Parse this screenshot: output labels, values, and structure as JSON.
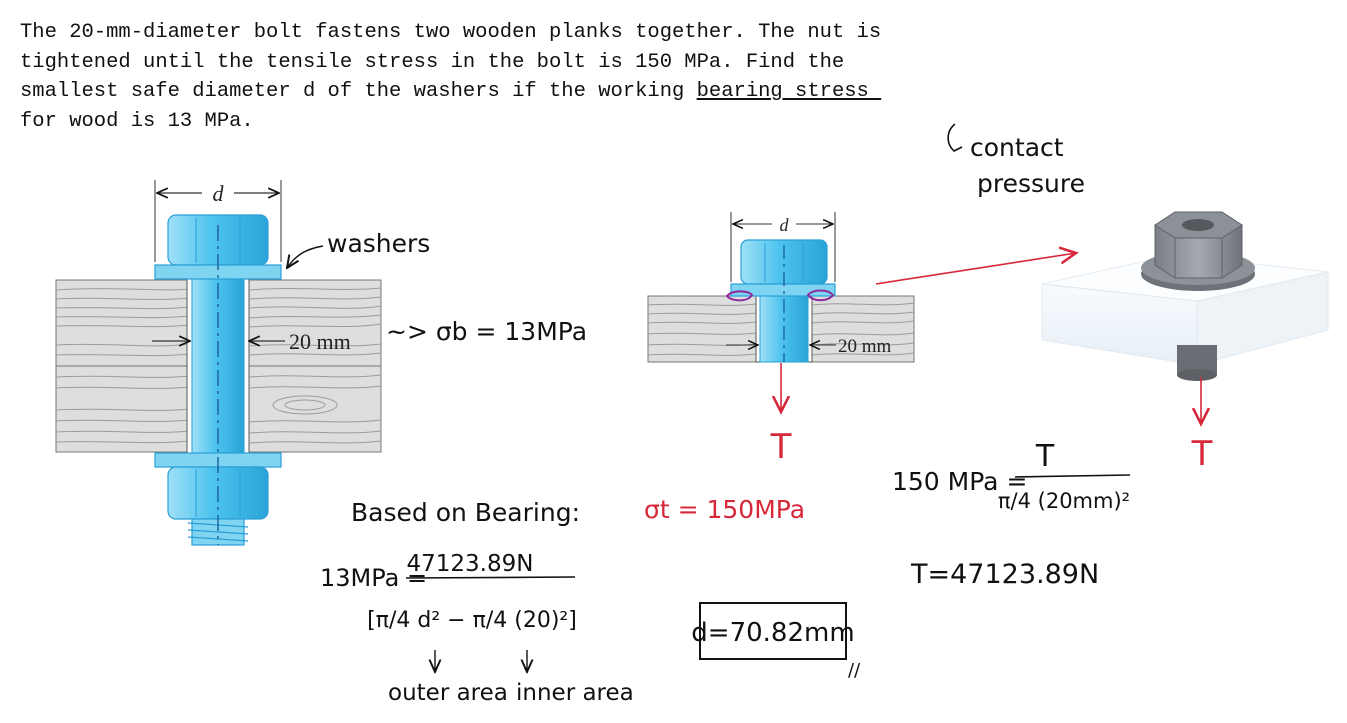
{
  "problem": {
    "line1": "The 20-mm-diameter bolt fastens two wooden planks together. The nut is",
    "line2": "tightened until the tensile stress in the bolt is 150 MPa. Find the",
    "line3_prefix": "smallest safe diameter d of the washers if the working ",
    "line3_underlined": "bearing stress ",
    "line4": "for wood is 13 MPa."
  },
  "figure_left": {
    "dim_label": "d",
    "washers_label": "washers",
    "bolt_dim_label": "20 mm",
    "bearing_note": "~> σb = 13MPa"
  },
  "figure_middle": {
    "dim_label": "d",
    "bolt_dim_label": "20 mm",
    "force_label": "T",
    "tensile_note": "σt = 150MPa"
  },
  "figure_right": {
    "contact_note_1": "contact",
    "contact_note_2": "pressure",
    "force_label": "T"
  },
  "tension_calc": {
    "lhs": "150 MPa =",
    "numerator": "T",
    "denominator": "π/4 (20mm)²",
    "result": "T=47123.89N"
  },
  "bearing_calc": {
    "heading": "Based on Bearing:",
    "lhs": "13MPa =",
    "numerator": "47123.89N",
    "denominator": "[π/4 d² − π/4 (20)²]",
    "outer_label": "outer area",
    "inner_label": "inner area"
  },
  "answer": {
    "text": "d=70.82mm",
    "mark": "//"
  },
  "colors": {
    "bolt": "#5ec8ef",
    "bolt_edge": "#2a9fd6",
    "wood": "#dcdcdc",
    "grain": "#a9a9a9",
    "annotation_red": "#d62839",
    "annotation_purple": "#8e2a9c",
    "ink": "#111111"
  }
}
